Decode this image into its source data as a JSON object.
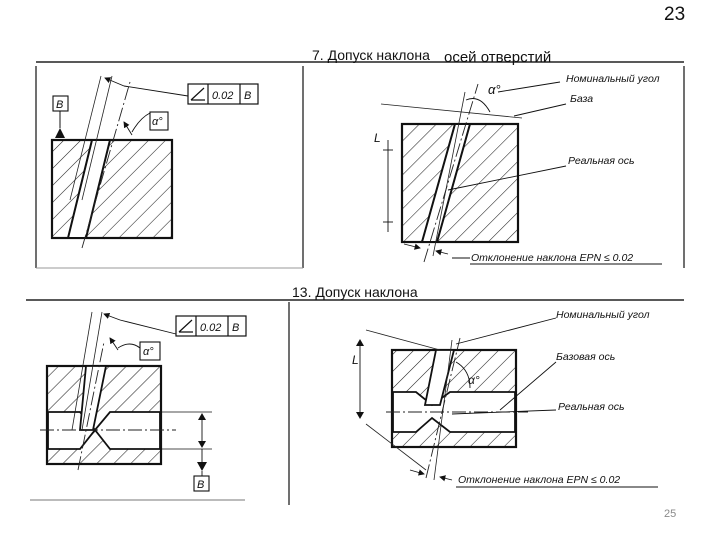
{
  "page_number_top": "23",
  "page_number_bottom": "25",
  "top_section": {
    "title": "7. Допуск наклона",
    "title_overlay": "осей отверстий",
    "left_diagram": {
      "datum_letter": "B",
      "tolerance_value": "0.02",
      "tolerance_datum": "B",
      "angle_label": "α°"
    },
    "right_diagram": {
      "angle_label": "α°",
      "length_label": "L",
      "callouts": [
        "Номинальный угол",
        "База",
        "Реальная ось"
      ],
      "deviation_text": "Отклонение наклона EPN ≤ 0.02"
    }
  },
  "bottom_section": {
    "title": "13. Допуск наклона",
    "left_diagram": {
      "tolerance_value": "0.02",
      "tolerance_datum": "B",
      "angle_label": "α°",
      "datum_letter": "B"
    },
    "right_diagram": {
      "angle_label": "α°",
      "length_label": "L",
      "callouts": [
        "Номинальный угол",
        "Базовая ось",
        "Реальная ось"
      ],
      "deviation_text": "Отклонение наклона EPN ≤ 0.02"
    }
  }
}
